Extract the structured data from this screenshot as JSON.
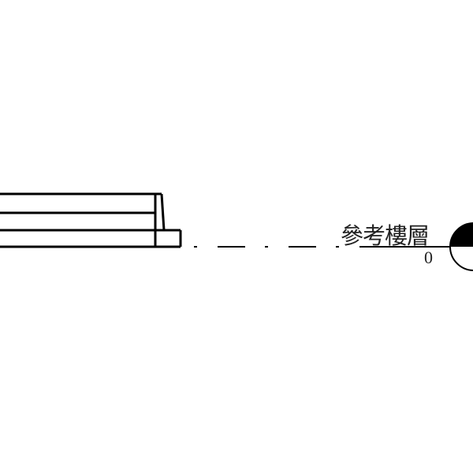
{
  "level": {
    "name": "參考樓層",
    "elevation": "0"
  },
  "colors": {
    "line": "#000000",
    "background": "#ffffff"
  },
  "icons": [
    "level-head-symbol"
  ]
}
